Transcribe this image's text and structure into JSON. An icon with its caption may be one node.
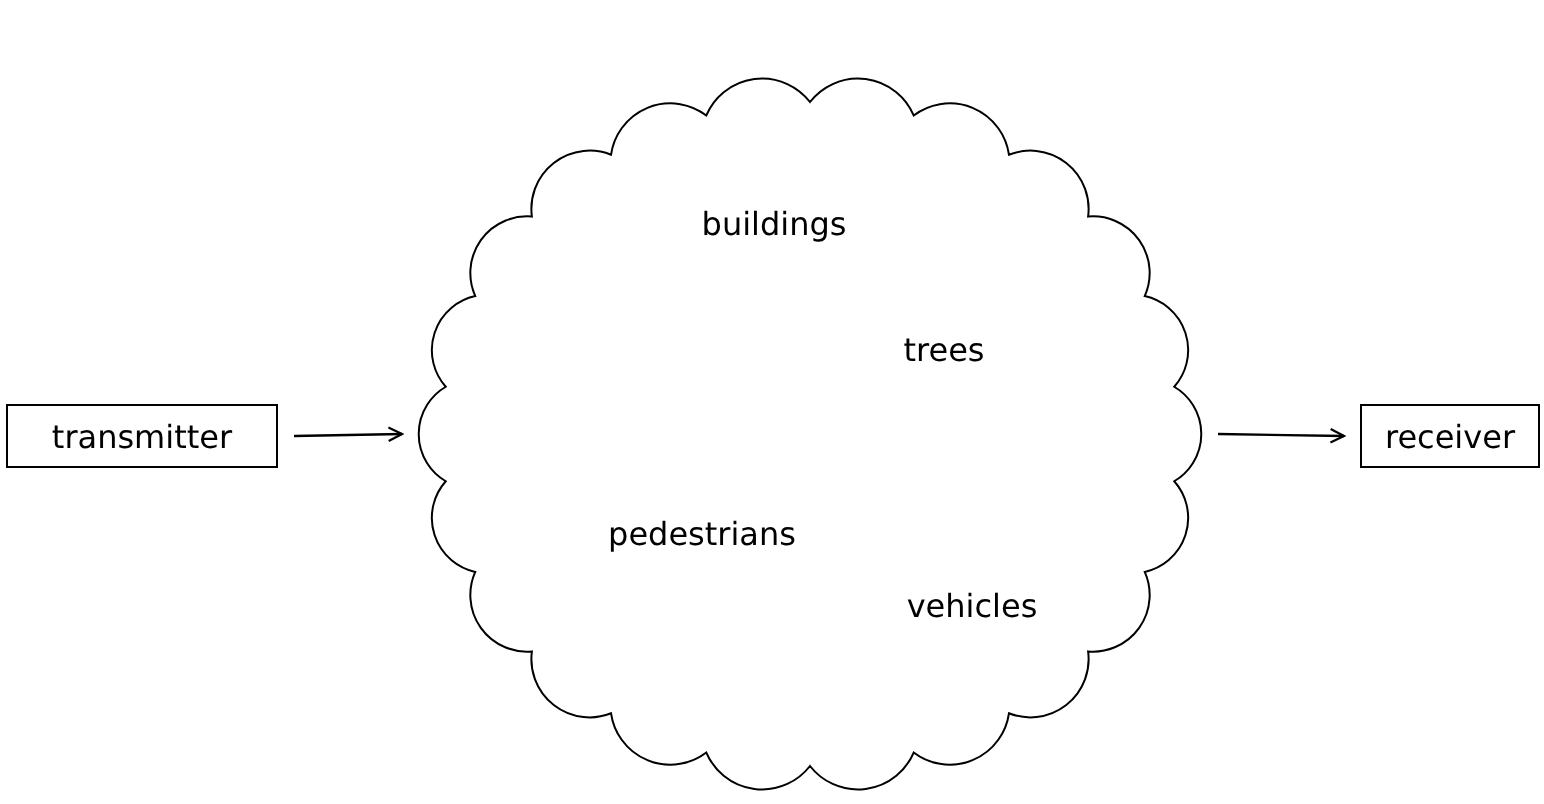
{
  "diagram": {
    "nodes": [
      {
        "text": [
          "transmitter"
        ]
      },
      {
        "text": [
          "buildings",
          "trees",
          "pedestrians",
          "vehicles"
        ]
      },
      {
        "text": [
          "receiver"
        ]
      }
    ],
    "edges": [
      {
        "from": 0,
        "to": 1,
        "arrow": "to"
      },
      {
        "from": 1,
        "to": 2,
        "arrow": "to"
      }
    ]
  }
}
